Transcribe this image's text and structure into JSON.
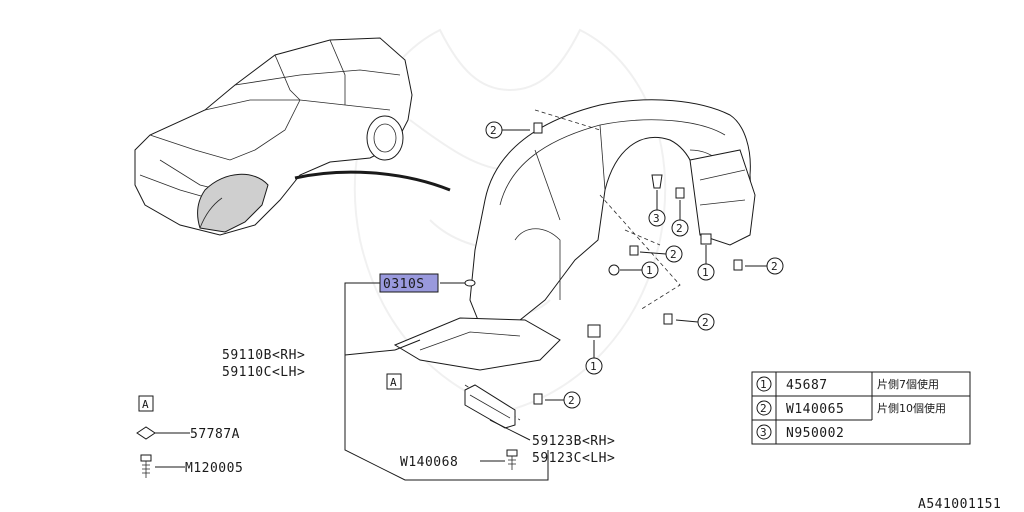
{
  "diagram": {
    "highlight_label": "0310S",
    "highlight_color": "#9999dd",
    "part_labels": {
      "fender_rh": "59110B<RH>",
      "fender_lh": "59110C<LH>",
      "clip": "57787A",
      "bolt": "M120005",
      "bracket_bolt": "W140068",
      "bracket_rh": "59123B<RH>",
      "bracket_lh": "59123C<LH>"
    },
    "marker_a": "A",
    "callouts": [
      "1",
      "2",
      "3"
    ],
    "legend": [
      {
        "ref": "1",
        "part": "45687",
        "note": "片側7個使用"
      },
      {
        "ref": "2",
        "part": "W140065",
        "note": "片側10個使用"
      },
      {
        "ref": "3",
        "part": "N950002",
        "note": ""
      }
    ],
    "code": "A541001151"
  }
}
